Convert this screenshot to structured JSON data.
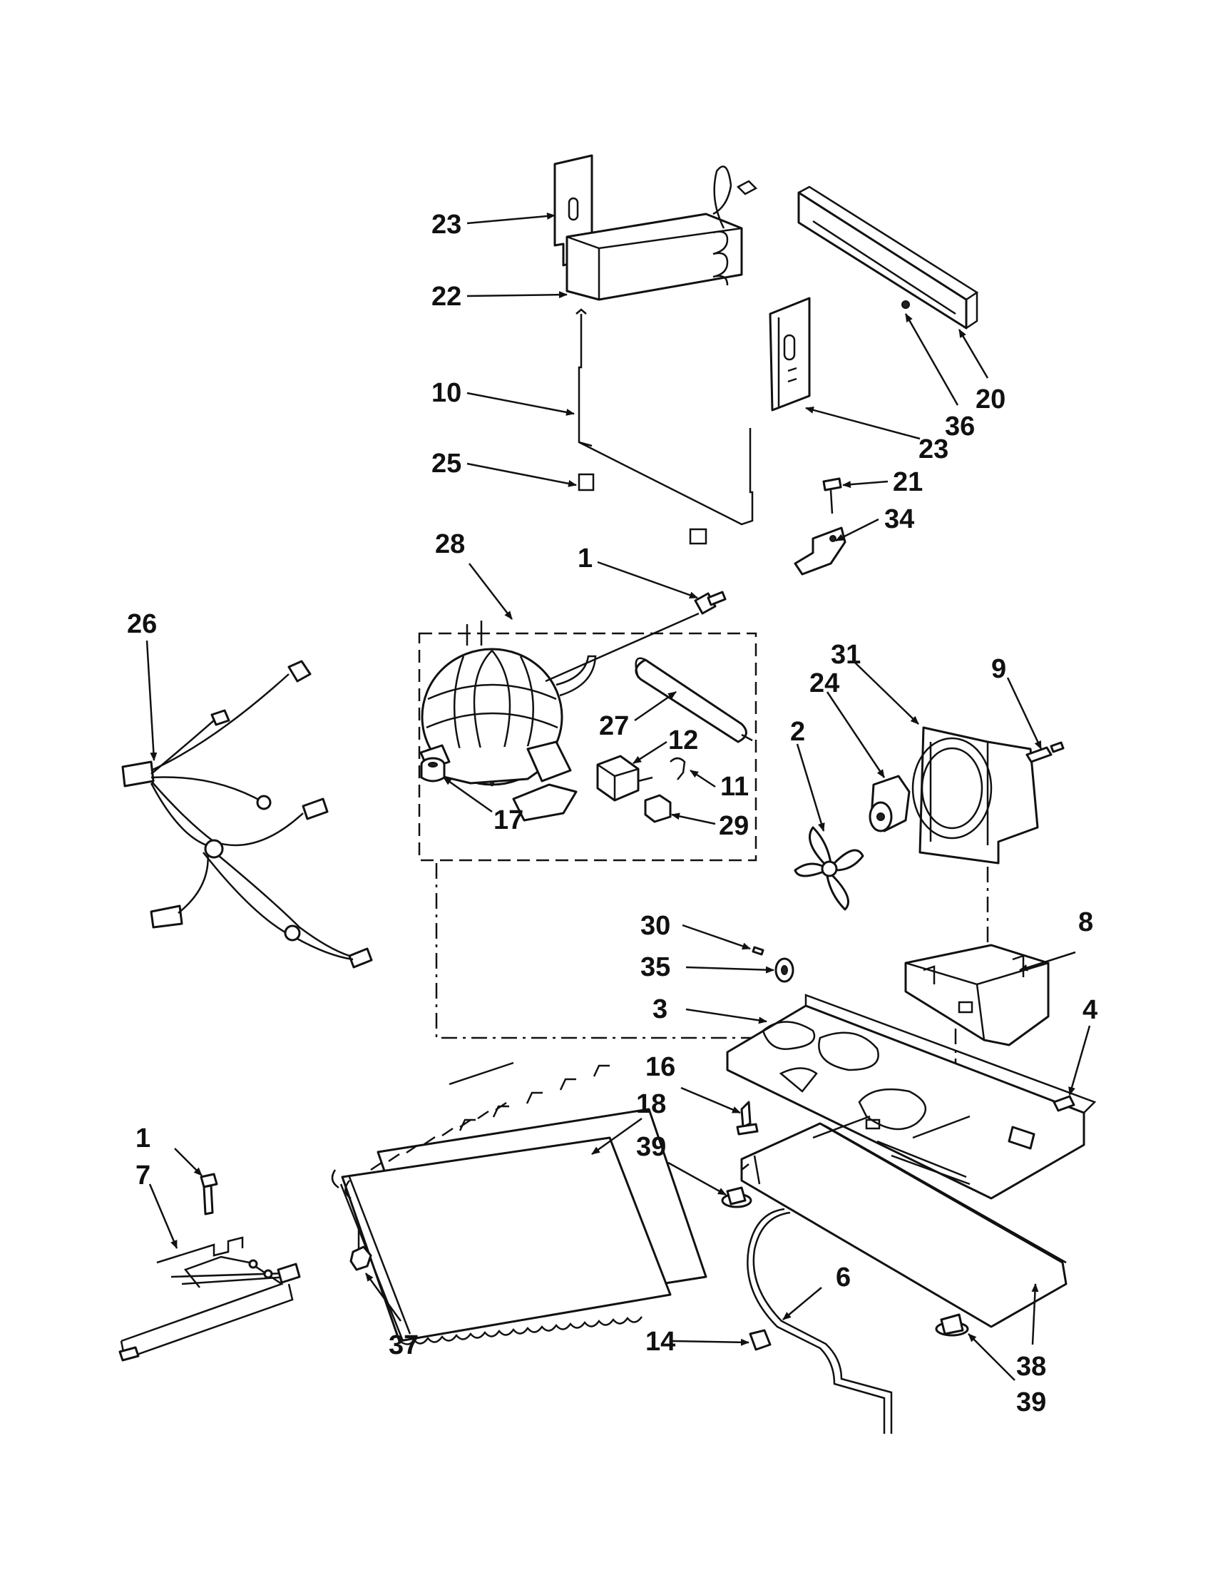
{
  "diagram": {
    "callouts": [
      {
        "id": "c23a",
        "text": "23"
      },
      {
        "id": "c22",
        "text": "22"
      },
      {
        "id": "c10",
        "text": "10"
      },
      {
        "id": "c25",
        "text": "25"
      },
      {
        "id": "c20",
        "text": "20"
      },
      {
        "id": "c36",
        "text": "36"
      },
      {
        "id": "c23b",
        "text": "23"
      },
      {
        "id": "c21",
        "text": "21"
      },
      {
        "id": "c34",
        "text": "34"
      },
      {
        "id": "c28",
        "text": "28"
      },
      {
        "id": "c1a",
        "text": "1"
      },
      {
        "id": "c26",
        "text": "26"
      },
      {
        "id": "c27",
        "text": "27"
      },
      {
        "id": "c12",
        "text": "12"
      },
      {
        "id": "c11",
        "text": "11"
      },
      {
        "id": "c17",
        "text": "17"
      },
      {
        "id": "c29",
        "text": "29"
      },
      {
        "id": "c31",
        "text": "31"
      },
      {
        "id": "c9",
        "text": "9"
      },
      {
        "id": "c24",
        "text": "24"
      },
      {
        "id": "c2",
        "text": "2"
      },
      {
        "id": "c30",
        "text": "30"
      },
      {
        "id": "c35",
        "text": "35"
      },
      {
        "id": "c8",
        "text": "8"
      },
      {
        "id": "c3",
        "text": "3"
      },
      {
        "id": "c4",
        "text": "4"
      },
      {
        "id": "c16",
        "text": "16"
      },
      {
        "id": "c18",
        "text": "18"
      },
      {
        "id": "c39a",
        "text": "39"
      },
      {
        "id": "c1b",
        "text": "1"
      },
      {
        "id": "c7",
        "text": "7"
      },
      {
        "id": "c6",
        "text": "6"
      },
      {
        "id": "c37",
        "text": "37"
      },
      {
        "id": "c14",
        "text": "14"
      },
      {
        "id": "c38",
        "text": "38"
      },
      {
        "id": "c39b",
        "text": "39"
      }
    ]
  }
}
